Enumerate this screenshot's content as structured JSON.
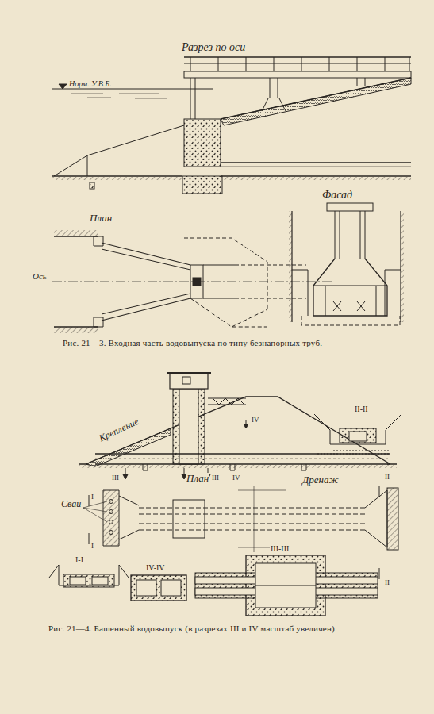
{
  "diagram": {
    "labels": [
      "Разрез по оси",
      "Норм. У.В.Б.",
      "План",
      "Ось",
      "Фасад",
      "Рис. 21—3. Входная часть водовыпуска по типу безнапорных труб.",
      "Крепление",
      "IV",
      "III",
      "План",
      "III",
      "IV",
      "Дренаж",
      "II",
      "II",
      "II-II",
      "Сваи",
      "I",
      "I",
      "I-I",
      "IV-IV",
      "III-III",
      "Рис. 21—4. Башенный водовыпуск (в разрезах III и IV масштаб увеличен)."
    ]
  }
}
